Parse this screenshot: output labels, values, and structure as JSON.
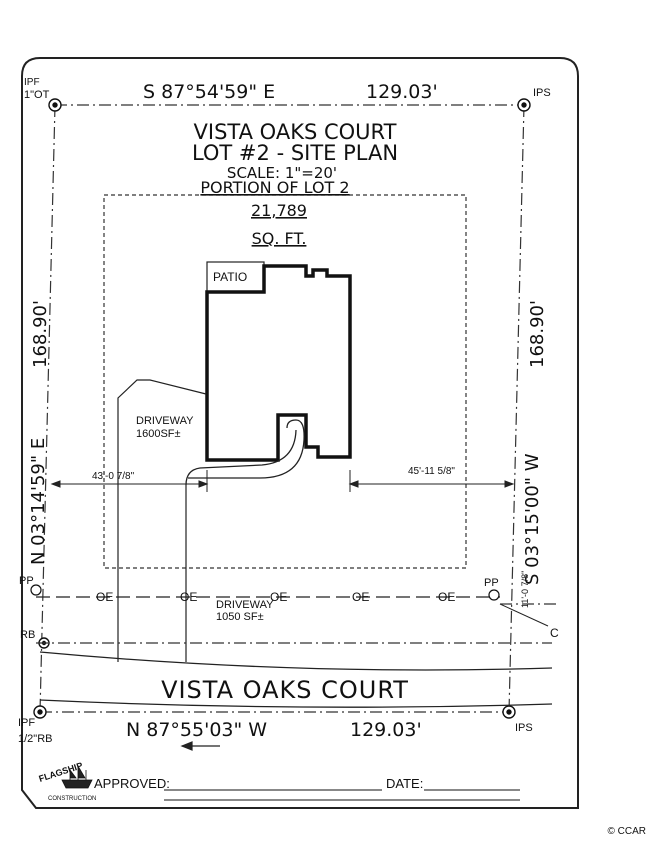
{
  "plan": {
    "title_line1": "VISTA OAKS COURT",
    "title_line2": "LOT #2 - SITE PLAN",
    "scale": "SCALE: 1\"=20'",
    "portion_label": "PORTION OF LOT 2",
    "area_value": "21,789",
    "area_unit": "SQ. FT."
  },
  "boundary": {
    "north_bearing": "S 87°54'59\" E",
    "north_distance": "129.03'",
    "south_bearing": "N 87°55'03\" W",
    "south_distance": "129.03'",
    "west_bearing": "N 03°14'59\" E",
    "west_distance": "168.90'",
    "east_bearing": "S 03°15'00\" W",
    "east_distance": "168.90'"
  },
  "corners": {
    "nw_line1": "IPF",
    "nw_line2": "1\"OT",
    "ne": "IPS",
    "se": "IPS",
    "sw_line1": "IPF",
    "sw_line2": "1/2\"RB",
    "west_rb": "RB"
  },
  "features": {
    "patio": "PATIO",
    "driveway1_line1": "DRIVEWAY",
    "driveway1_line2": "1600SF±",
    "driveway2_line1": "DRIVEWAY",
    "driveway2_line2": "1050 SF±",
    "setback_left": "43'-0 7/8\"",
    "setback_right": "45'-11 5/8\"",
    "setback_side": "11'-0 7/8\"",
    "street": "VISTA OAKS COURT",
    "pp_left": "PP",
    "pp_right": "PP",
    "oe": "OE",
    "edge_c": "C"
  },
  "footer": {
    "logo_text": "FLAGSHIP",
    "logo_sub": "CONSTRUCTION",
    "approved_label": "APPROVED:",
    "date_label": "DATE:",
    "credit": "© CCAR"
  }
}
